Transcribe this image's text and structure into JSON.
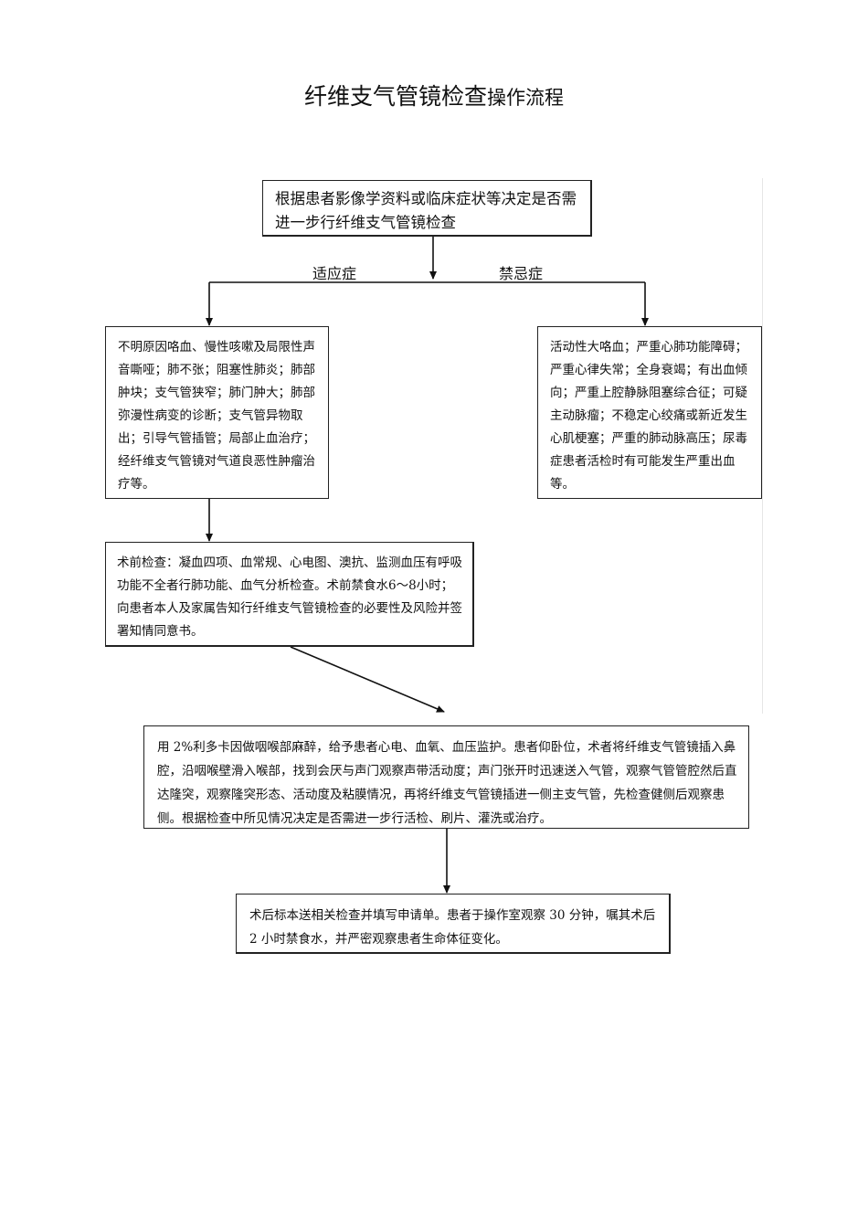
{
  "title": {
    "main": "纤维支气管镜检查",
    "suffix": "操作流程"
  },
  "start_box": "根据患者影像学资料或临床症状等决定是否需进一步行纤维支气管镜检查",
  "branch_labels": {
    "indication": "适应症",
    "contraindication": "禁忌症"
  },
  "indication_box": "不明原因咯血、慢性咳嗽及局限性声音嘶哑；肺不张；阻塞性肺炎；肺部肿块；支气管狭窄；肺门肿大；肺部弥漫性病变的诊断；支气管异物取出；引导气管插管；局部止血治疗；经纤维支气管镜对气道良恶性肿瘤治疗等。",
  "contraindication_box": "活动性大咯血；严重心肺功能障碍；严重心律失常；全身衰竭；有出血倾向；严重上腔静脉阻塞综合征；可疑主动脉瘤；不稳定心绞痛或新近发生心肌梗塞；严重的肺动脉高压；尿毒症患者活检时有可能发生严重出血等。",
  "preop_box": "术前检查：凝血四项、血常规、心电图、澳抗、监测血压有呼吸功能不全者行肺功能、血气分析检查。术前禁食水6～8小时；向患者本人及家属告知行纤维支气管镜检查的必要性及风险并签署知情同意书。",
  "procedure_box": "用 2%利多卡因做咽喉部麻醉，给予患者心电、血氧、血压监护。患者仰卧位，术者将纤维支气管镜插入鼻腔，沿咽喉壁滑入喉部，找到会厌与声门观察声带活动度；声门张开时迅速送入气管，观察气管管腔然后直达隆突，观察隆突形态、活动度及粘膜情况，再将纤维支气管镜插进一侧主支气管，先检查健侧后观察患侧。根据检查中所见情况决定是否需进一步行活检、刷片、灌洗或治疗。",
  "postop_box": "术后标本送相关检查并填写申请单。患者于操作室观察 30 分钟，嘱其术后 2 小时禁食水，并严密观察患者生命体征变化。"
}
